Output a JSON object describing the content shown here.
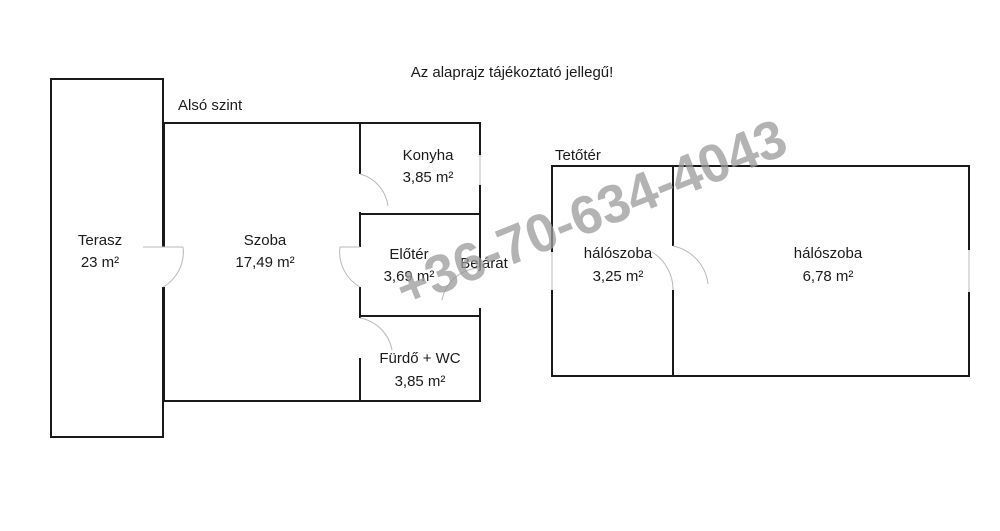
{
  "notice": "Az alaprajz tájékoztató jellegű!",
  "floors": {
    "lower": "Alsó szint",
    "attic": "Tetőtér"
  },
  "rooms": {
    "terrace": {
      "name": "Terasz",
      "area": "23 m²"
    },
    "room": {
      "name": "Szoba",
      "area": "17,49 m²"
    },
    "kitchen": {
      "name": "Konyha",
      "area": "3,85 m²"
    },
    "hall": {
      "name": "Előtér",
      "area": "3,69 m²"
    },
    "bath": {
      "name": "Fürdő + WC",
      "area": "3,85 m²"
    },
    "bedroom_small": {
      "name": "hálószoba",
      "area": "3,25 m²"
    },
    "bedroom_large": {
      "name": "hálószoba",
      "area": "6,78 m²"
    }
  },
  "entrance": "Bejárat",
  "watermark": "+36-70-634-4043",
  "colors": {
    "wall": "#1a1a1a",
    "door": "#b8b8b8",
    "watermark": "#9a9a9a"
  }
}
